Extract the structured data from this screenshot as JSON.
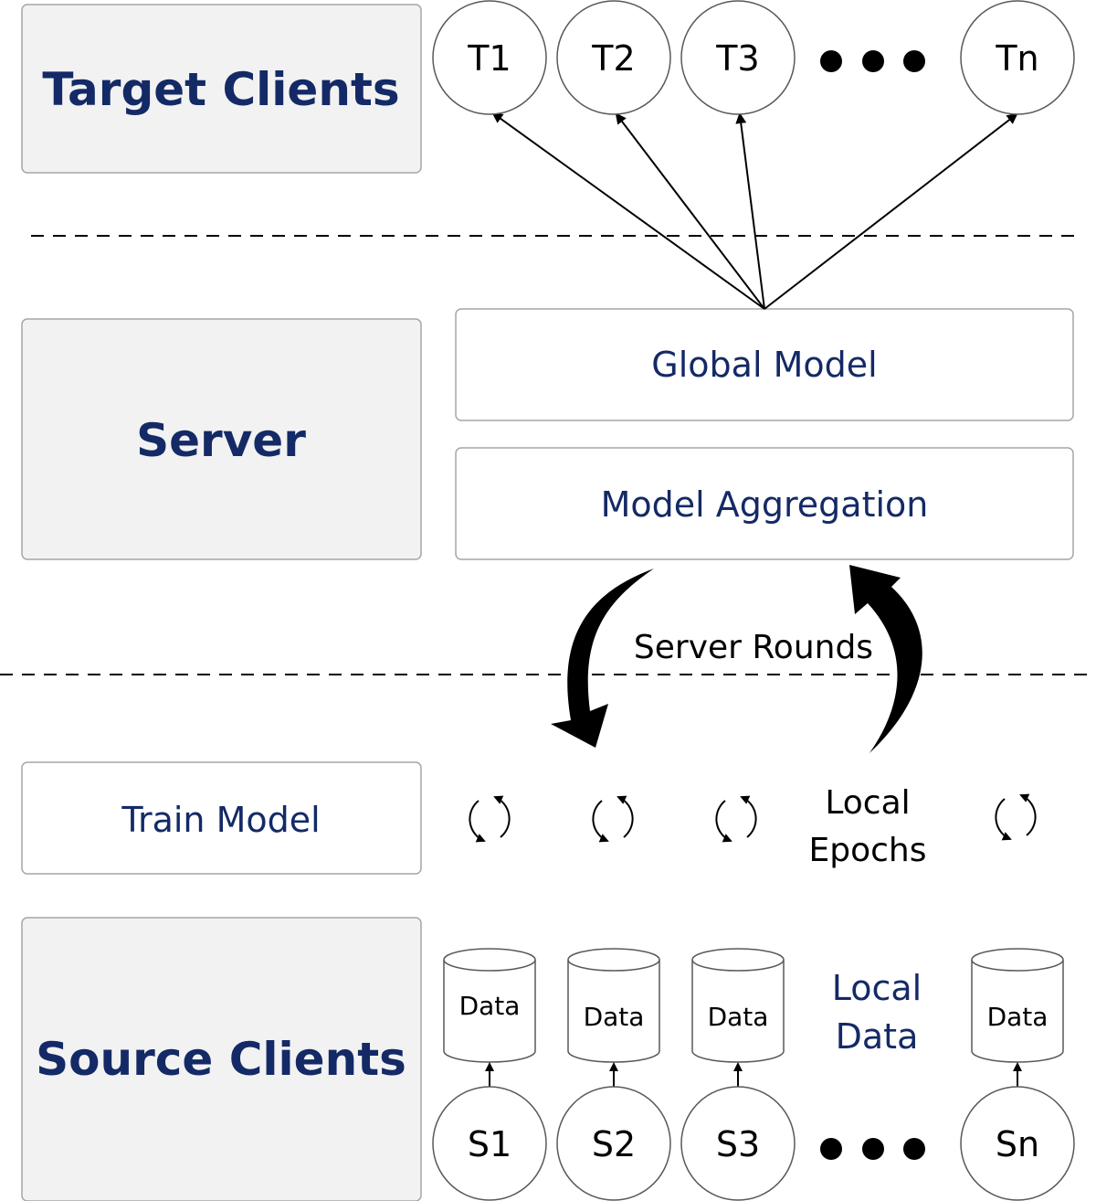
{
  "sections": {
    "target_clients": "Target Clients",
    "server": "Server",
    "source_clients": "Source Clients"
  },
  "server": {
    "global_model": "Global Model",
    "model_aggregation": "Model Aggregation",
    "server_rounds": "Server Rounds"
  },
  "training": {
    "train_model": "Train Model",
    "local_epochs_line1": "Local",
    "local_epochs_line2": "Epochs"
  },
  "targets": [
    "T1",
    "T2",
    "T3",
    "Tn"
  ],
  "sources": [
    "S1",
    "S2",
    "S3",
    "Sn"
  ],
  "data_label": "Data",
  "local_data_line1": "Local",
  "local_data_line2": "Data"
}
